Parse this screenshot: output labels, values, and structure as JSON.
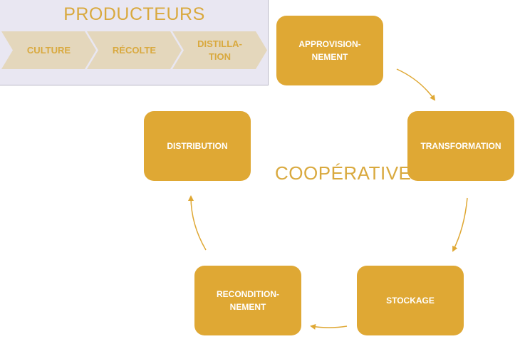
{
  "producers": {
    "title": "PRODUCTEURS",
    "steps": [
      {
        "label": "CULTURE"
      },
      {
        "label": "RÉCOLTE"
      },
      {
        "label": "DISTILLA-\nTION"
      }
    ]
  },
  "cooperative": {
    "label": "COOPÉRATIVE",
    "steps": [
      {
        "label": "APPROVISION-\nNEMENT"
      },
      {
        "label": "TRANSFORMATION"
      },
      {
        "label": "STOCKAGE"
      },
      {
        "label": "RECONDITION-\nNEMENT"
      },
      {
        "label": "DISTRIBUTION"
      }
    ]
  },
  "colors": {
    "accent": "#dfa834",
    "chevron_fill": "#e4d7bc",
    "panel_bg": "#e9e7f2",
    "title_text": "#d9a93e"
  }
}
